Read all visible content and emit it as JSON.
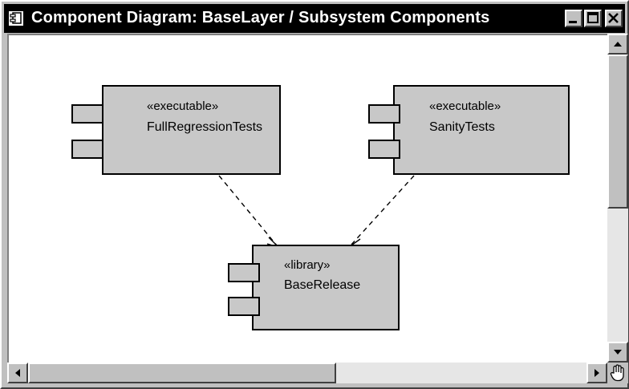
{
  "window": {
    "title": "Component Diagram: BaseLayer / Subsystem Components",
    "icons": {
      "window": "diagram-icon",
      "minimize": "minimize-icon",
      "maximize": "maximize-icon",
      "close": "close-icon"
    }
  },
  "diagram": {
    "components": [
      {
        "stereotype": "«executable»",
        "name": "FullRegressionTests"
      },
      {
        "stereotype": "«executable»",
        "name": "SanityTests"
      },
      {
        "stereotype": "«library»",
        "name": "BaseRelease"
      }
    ],
    "dependencies": [
      {
        "from": "FullRegressionTests",
        "to": "BaseRelease"
      },
      {
        "from": "SanityTests",
        "to": "BaseRelease"
      }
    ]
  },
  "scrollbars": {
    "vertical": {
      "up": "arrow-up-icon",
      "down": "arrow-down-icon"
    },
    "horizontal": {
      "left": "arrow-left-icon",
      "right": "arrow-right-icon"
    },
    "corner_icon": "hand-icon"
  }
}
